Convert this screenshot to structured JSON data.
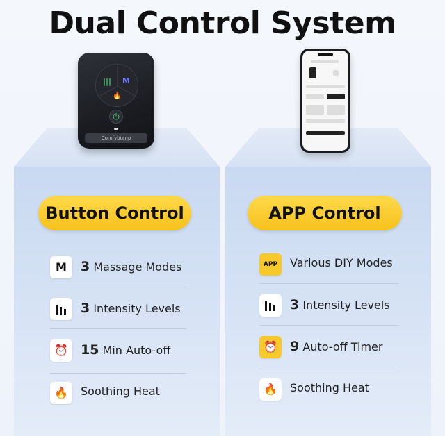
{
  "title": "Dual Control System",
  "remote": {
    "brand": "Comfybump",
    "button_mode": "M",
    "button_intensity": "|||",
    "button_heat": "🔥",
    "button_power": "⏻"
  },
  "left": {
    "heading": "Button Control",
    "features": [
      {
        "icon": "M",
        "icon_name": "mode-icon",
        "value": "3",
        "label": "Massage Modes"
      },
      {
        "icon": "▮▮",
        "icon_name": "intensity-icon",
        "value": "3",
        "label": "Intensity Levels"
      },
      {
        "icon": "⏰",
        "icon_name": "alarm-clock-icon",
        "value": "15",
        "label": "Min Auto-off"
      },
      {
        "icon": "🔥",
        "icon_name": "flame-icon",
        "value": "",
        "label": "Soothing Heat"
      }
    ]
  },
  "right": {
    "heading": "APP Control",
    "features": [
      {
        "icon": "APP",
        "icon_name": "app-icon",
        "value": "",
        "label": "Various DIY Modes"
      },
      {
        "icon": "▮▮",
        "icon_name": "intensity-icon",
        "value": "3",
        "label": "Intensity Levels"
      },
      {
        "icon": "⏰",
        "icon_name": "alarm-clock-icon",
        "value": "9",
        "label": "Auto-off Timer"
      },
      {
        "icon": "🔥",
        "icon_name": "flame-icon",
        "value": "",
        "label": "Soothing Heat"
      }
    ]
  },
  "colors": {
    "accent": "#f6c21c",
    "power_green": "#3fd36b",
    "intensity_green": "#3fd36b",
    "mode_blue": "#6f7cff",
    "heat_red": "#ff4b3a"
  }
}
